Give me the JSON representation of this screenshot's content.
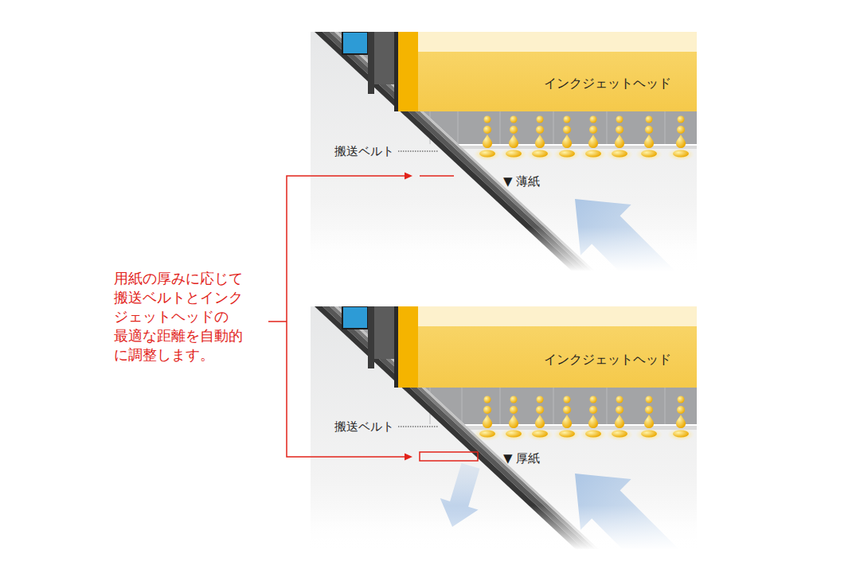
{
  "diagram": {
    "nodes": [
      {
        "text": [
          "インクジェットヘッド"
        ]
      },
      {
        "text": [
          "インクジェットヘッド"
        ]
      }
    ],
    "labels": [
      "用紙の厚みに応じて 搬送ベルトとインク ジェットヘッドの 最適な距離を自動的 に調整します。",
      "搬送ベルト",
      "▼ 薄紙",
      "搬送ベルト",
      "▼ 厚紙"
    ]
  }
}
